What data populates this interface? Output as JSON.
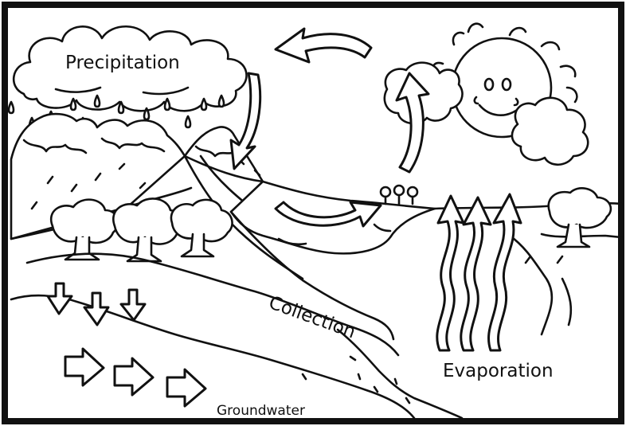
{
  "diagram": {
    "labels": {
      "precipitation": "Precipitation",
      "collection": "Collection",
      "evaporation": "Evaporation",
      "groundwater": "Groundwater"
    },
    "colors": {
      "ink": "#111111",
      "paper": "#ffffff"
    },
    "icons": [
      "cloud-icon",
      "raindrop-icon",
      "sun-icon",
      "mountain-icon",
      "tree-icon",
      "flower-icon",
      "cycle-arrow-icon",
      "evaporation-arrow-icon",
      "groundwater-arrow-icon"
    ]
  }
}
